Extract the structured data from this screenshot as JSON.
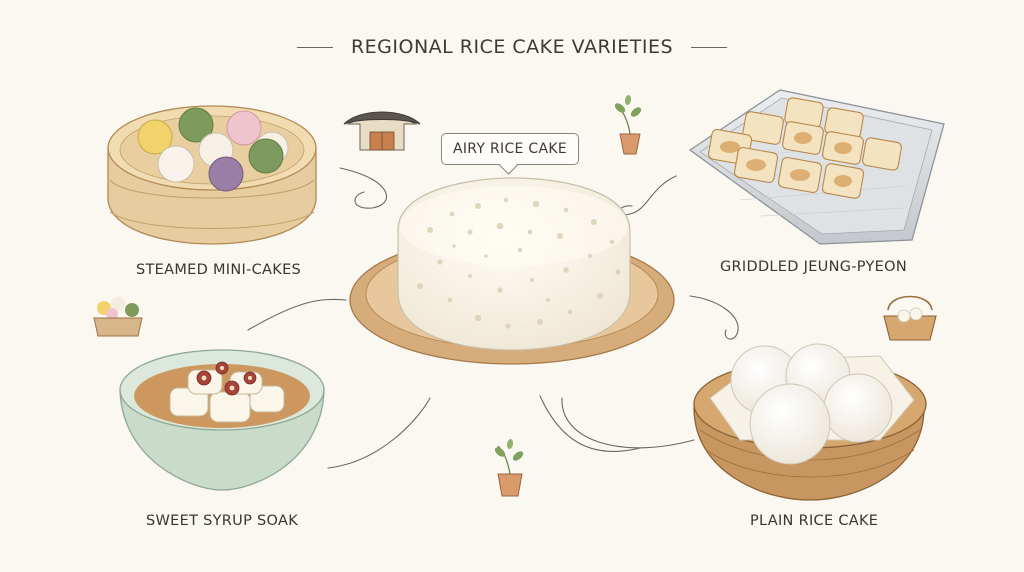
{
  "title": "REGIONAL RICE CAKE VARIETIES",
  "center": {
    "callout": "AIRY RICE CAKE",
    "icon": "airy-rice-cake-on-wooden-plate"
  },
  "varieties": [
    {
      "label": "STEAMED MINI-CAKES",
      "icon": "bamboo-steamer-colored-cakes"
    },
    {
      "label": "GRIDDLED JEUNG-PYEON",
      "icon": "tray-of-griddled-cakes"
    },
    {
      "label": "SWEET SYRUP SOAK",
      "icon": "bowl-of-cakes-in-syrup"
    },
    {
      "label": "PLAIN RICE CAKE",
      "icon": "basket-of-plain-rice-cakes"
    }
  ],
  "decorations": [
    "hanok-house-icon",
    "potted-plant-icon",
    "rice-ball-bowl-icon",
    "basket-icon"
  ],
  "colors": {
    "background": "#fbf8f2",
    "ink": "#3d3a36",
    "wood": "#d9b58a",
    "bamboo": "#e6cc9e",
    "bowl": "#c9dccb",
    "syrup": "#c98a4a"
  }
}
